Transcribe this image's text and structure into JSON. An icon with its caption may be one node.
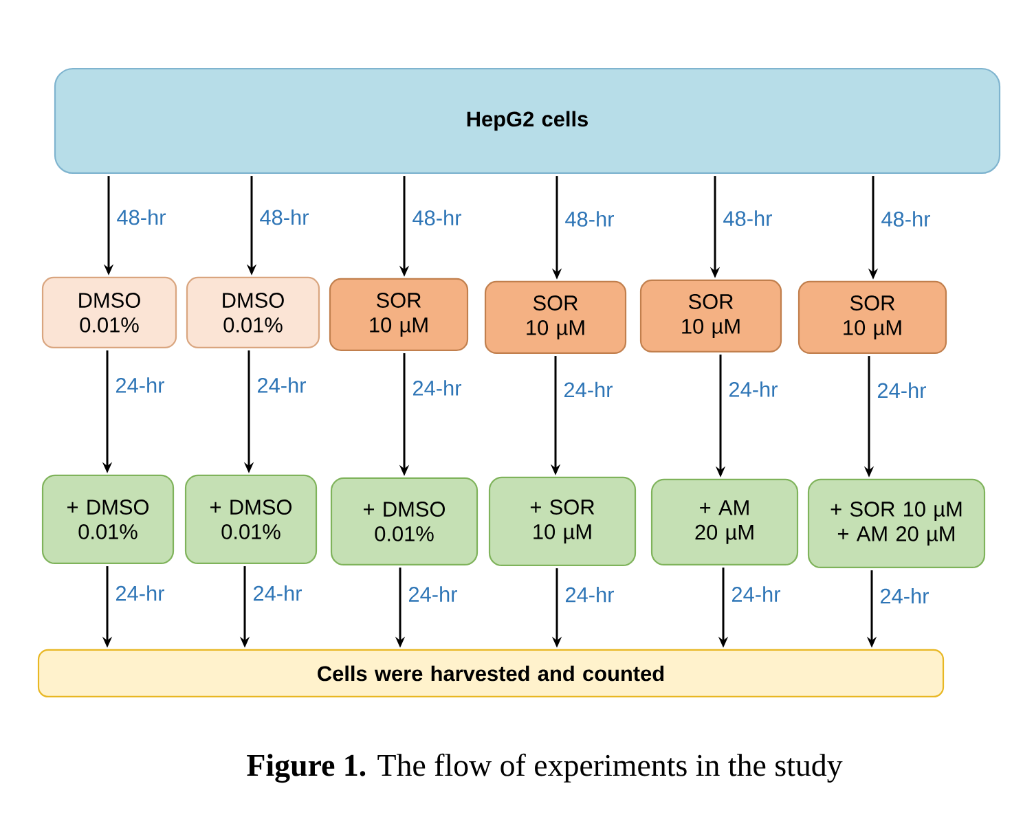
{
  "diagram": {
    "caption": "**Figure 1.** The flow of experiments in the study",
    "nodes": [
      {
        "text": [
          "HepG2 cells"
        ]
      },
      {
        "text": [
          "DMSO 0.01%"
        ]
      },
      {
        "text": [
          "DMSO 0.01%"
        ]
      },
      {
        "text": [
          "SOR 10 µM"
        ]
      },
      {
        "text": [
          "SOR 10 µM"
        ]
      },
      {
        "text": [
          "SOR 10 µM"
        ]
      },
      {
        "text": [
          "SOR 10 µM"
        ]
      },
      {
        "text": [
          "+ DMSO 0.01%"
        ]
      },
      {
        "text": [
          "+ DMSO 0.01%"
        ]
      },
      {
        "text": [
          "+ DMSO 0.01%"
        ]
      },
      {
        "text": [
          "+ SOR 10 µM"
        ]
      },
      {
        "text": [
          "+ AM 20 µM"
        ]
      },
      {
        "text": [
          "+ SOR 10 µM + AM 20 µM"
        ]
      },
      {
        "text": [
          "Cells were harvested and counted"
        ]
      }
    ],
    "edges": [
      {
        "from": 0,
        "to": 1,
        "arrow": "to",
        "label": "48-hr"
      },
      {
        "from": 0,
        "to": 2,
        "arrow": "to",
        "label": "48-hr"
      },
      {
        "from": 0,
        "to": 3,
        "arrow": "to",
        "label": "48-hr"
      },
      {
        "from": 0,
        "to": 4,
        "arrow": "to",
        "label": "48-hr"
      },
      {
        "from": 0,
        "to": 5,
        "arrow": "to",
        "label": "48-hr"
      },
      {
        "from": 0,
        "to": 6,
        "arrow": "to",
        "label": "48-hr"
      },
      {
        "from": 1,
        "to": 7,
        "arrow": "to",
        "label": "24-hr"
      },
      {
        "from": 2,
        "to": 8,
        "arrow": "to",
        "label": "24-hr"
      },
      {
        "from": 3,
        "to": 9,
        "arrow": "to",
        "label": "24-hr"
      },
      {
        "from": 4,
        "to": 10,
        "arrow": "to",
        "label": "24-hr"
      },
      {
        "from": 5,
        "to": 11,
        "arrow": "to",
        "label": "24-hr"
      },
      {
        "from": 6,
        "to": 12,
        "arrow": "to",
        "label": "24-hr"
      },
      {
        "from": 7,
        "to": 13,
        "arrow": "to",
        "label": "24-hr"
      },
      {
        "from": 8,
        "to": 13,
        "arrow": "to",
        "label": "24-hr"
      },
      {
        "from": 9,
        "to": 13,
        "arrow": "to",
        "label": "24-hr"
      },
      {
        "from": 10,
        "to": 13,
        "arrow": "to",
        "label": "24-hr"
      },
      {
        "from": 11,
        "to": 13,
        "arrow": "to",
        "label": "24-hr"
      },
      {
        "from": 12,
        "to": 13,
        "arrow": "to",
        "label": "24-hr"
      }
    ]
  }
}
